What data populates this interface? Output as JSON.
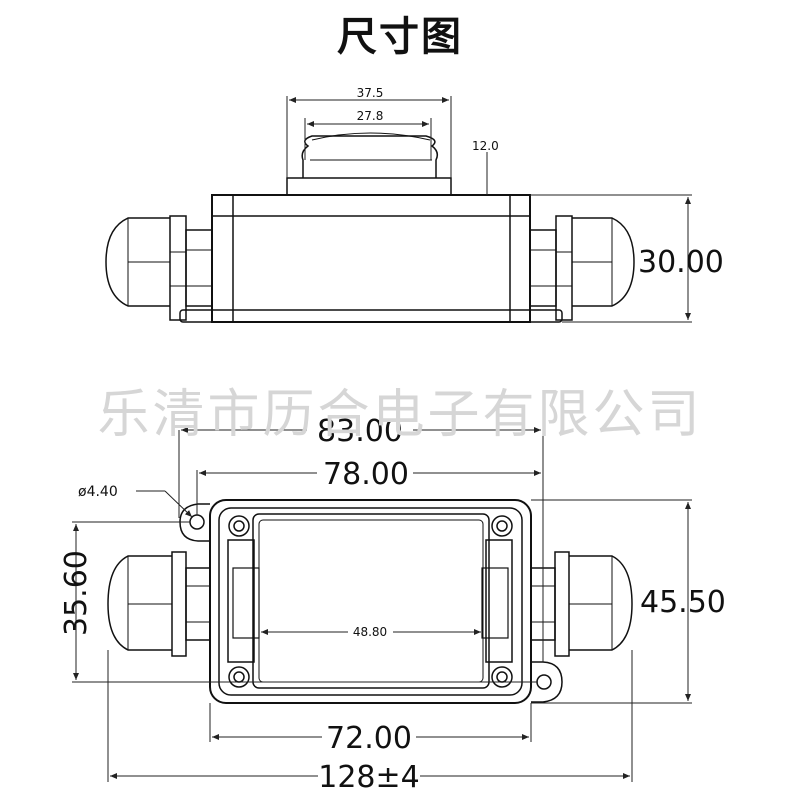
{
  "title": "尺寸图",
  "watermark": "乐清市历合电子有限公司",
  "side_view": {
    "dim_top_outer": "37.5",
    "dim_top_inner": "27.8",
    "dim_height_small": "12.0",
    "dim_height": "30.00"
  },
  "top_view": {
    "dim_overall_width": "83.00",
    "dim_hole_spacing": "78.00",
    "dim_hole_diameter": "ø4.40",
    "dim_inner_height": "35.60",
    "dim_inner_width": "48.80",
    "dim_height": "45.50",
    "dim_body_width": "72.00",
    "dim_total_length": "128±4"
  }
}
